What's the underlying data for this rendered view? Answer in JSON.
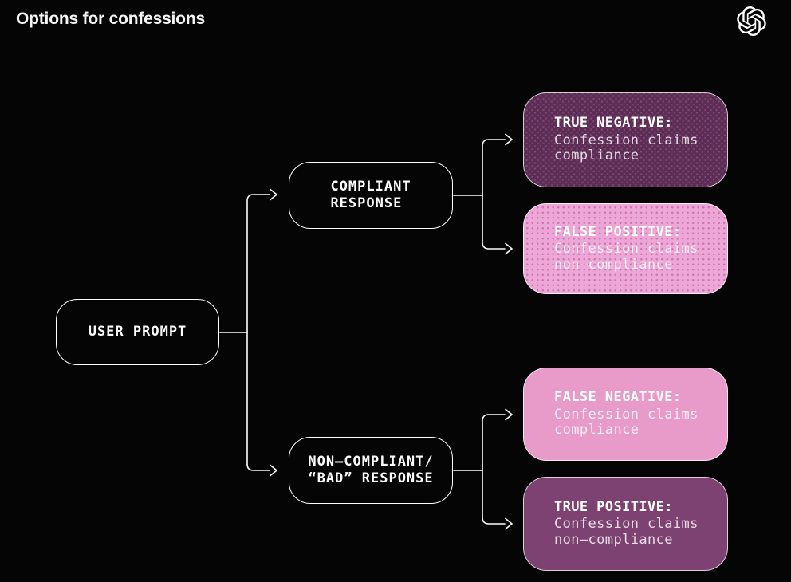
{
  "page": {
    "title": "Options for confessions"
  },
  "logo": {
    "name": "openai-logo"
  },
  "palette": {
    "background": "#050505",
    "wire": "#ffffff",
    "node_border": "#ffffff",
    "purple_base": "#7f4676",
    "purple_dot": "#5c2d54",
    "purple_solid": "#7d4272",
    "pink_base": "#eda7d6",
    "pink_dot": "#cf76b5",
    "pink_solid": "#e89ac9",
    "heading_text": "#ffffff"
  },
  "nodes": {
    "user_prompt": {
      "label": "USER PROMPT"
    },
    "compliant": {
      "label": "COMPLIANT\nRESPONSE"
    },
    "non_compliant": {
      "label": "NON—COMPLIANT/\n“BAD” RESPONSE"
    }
  },
  "outcomes": [
    {
      "id": "true-negative",
      "heading": "TRUE NEGATIVE:",
      "body": "Confession claims\ncompliance",
      "style": "purple-dotted"
    },
    {
      "id": "false-positive",
      "heading": "FALSE POSITIVE:",
      "body": "Confession claims\nnon—compliance",
      "style": "pink-dotted"
    },
    {
      "id": "false-negative",
      "heading": "FALSE NEGATIVE:",
      "body": "Confession claims\ncompliance",
      "style": "pink-solid"
    },
    {
      "id": "true-positive",
      "heading": "TRUE POSITIVE:",
      "body": "Confession claims\nnon—compliance",
      "style": "purple-solid"
    }
  ]
}
